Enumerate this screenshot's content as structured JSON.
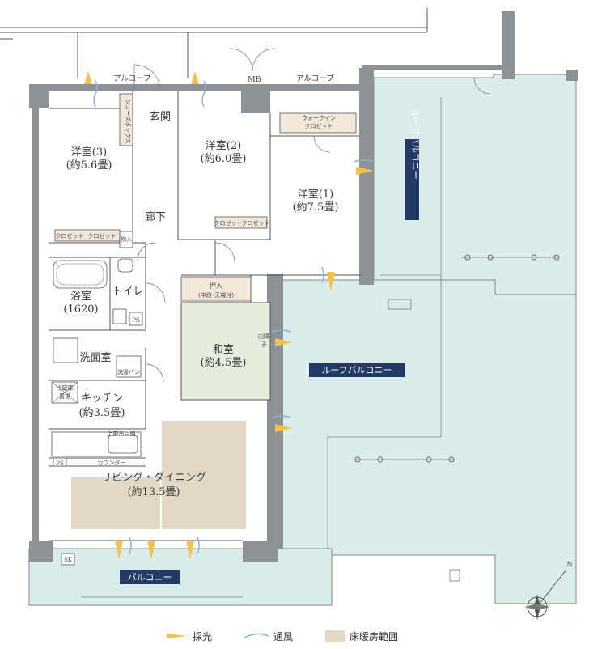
{
  "rooms": {
    "western3_name": "洋室(3)",
    "western3_size": "(約5.6畳)",
    "western2_name": "洋室(2)",
    "western2_size": "(約6.0畳)",
    "western1_name": "洋室(1)",
    "western1_size": "(約7.5畳)",
    "entrance": "玄関",
    "hallway": "廊下",
    "bath_name": "浴室",
    "bath_size": "(1620)",
    "toilet": "トイレ",
    "washroom": "洗面室",
    "japanese_name": "和室",
    "japanese_size": "(約4.5畳)",
    "kitchen_name": "キッチン",
    "kitchen_size": "(約3.5畳)",
    "living_name": "リビング・ダイニング",
    "living_size": "(約13.5畳)"
  },
  "labels": {
    "alcove_left": "アルコーブ",
    "alcove_right": "アルコーブ",
    "mb": "MB",
    "roof_balcony_vertical": "ルーフバルコニー",
    "roof_balcony_horizontal": "ルーフバルコニー",
    "balcony": "バルコニー",
    "shoe_box": "シューズボックス",
    "walk_in_1": "ウォークイン",
    "walk_in_2": "クロゼット",
    "closet_a": "クロゼット",
    "closet_b": "クロゼット",
    "closet_c": "クロゼット",
    "closet_d": "クロゼット",
    "storage": "物入",
    "oshiire": "押入",
    "oshiire_sub": "(中段･天袋付)",
    "inner_shoji_1": "内障",
    "inner_shoji_2": "子",
    "fridge_1": "冷蔵庫",
    "fridge_2": "置場",
    "washer": "洗濯パン",
    "ps_1": "PS",
    "ps_2": "PS",
    "counter": "カウンター",
    "upper_cabinet": "上部吊戸棚",
    "sk": "SK",
    "north": "N"
  },
  "legend": {
    "light": "採光",
    "wind": "通風",
    "floor_heating": "床暖房範囲"
  },
  "colors": {
    "balcony_fill": "#dbecec",
    "japanese_fill": "#e6eddf",
    "heating_fill": "#e2d8c6",
    "light_arrow": "#f1c24f",
    "wind_arrow": "#8ab3d8",
    "balcony_label_bg": "#243a66",
    "wall": "#8d9296"
  }
}
